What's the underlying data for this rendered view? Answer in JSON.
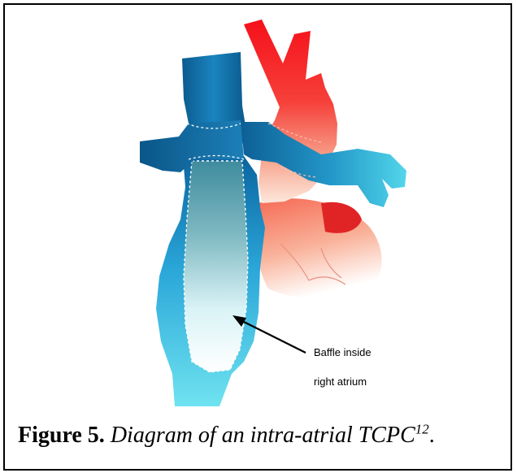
{
  "annotation": {
    "line1": "Baffle inside",
    "line2": "right atrium"
  },
  "caption": {
    "label": "Figure 5.",
    "text": "Diagram of an intra-atrial TCPC",
    "reference": "12",
    "end": "."
  },
  "colors": {
    "deoxygenated": "#0a6fa8",
    "deoxygenated_light": "#4fd4e8",
    "oxygenated": "#f21d20",
    "oxygenated_light": "#fcd9c8",
    "baffle": "#7fb9c2"
  }
}
